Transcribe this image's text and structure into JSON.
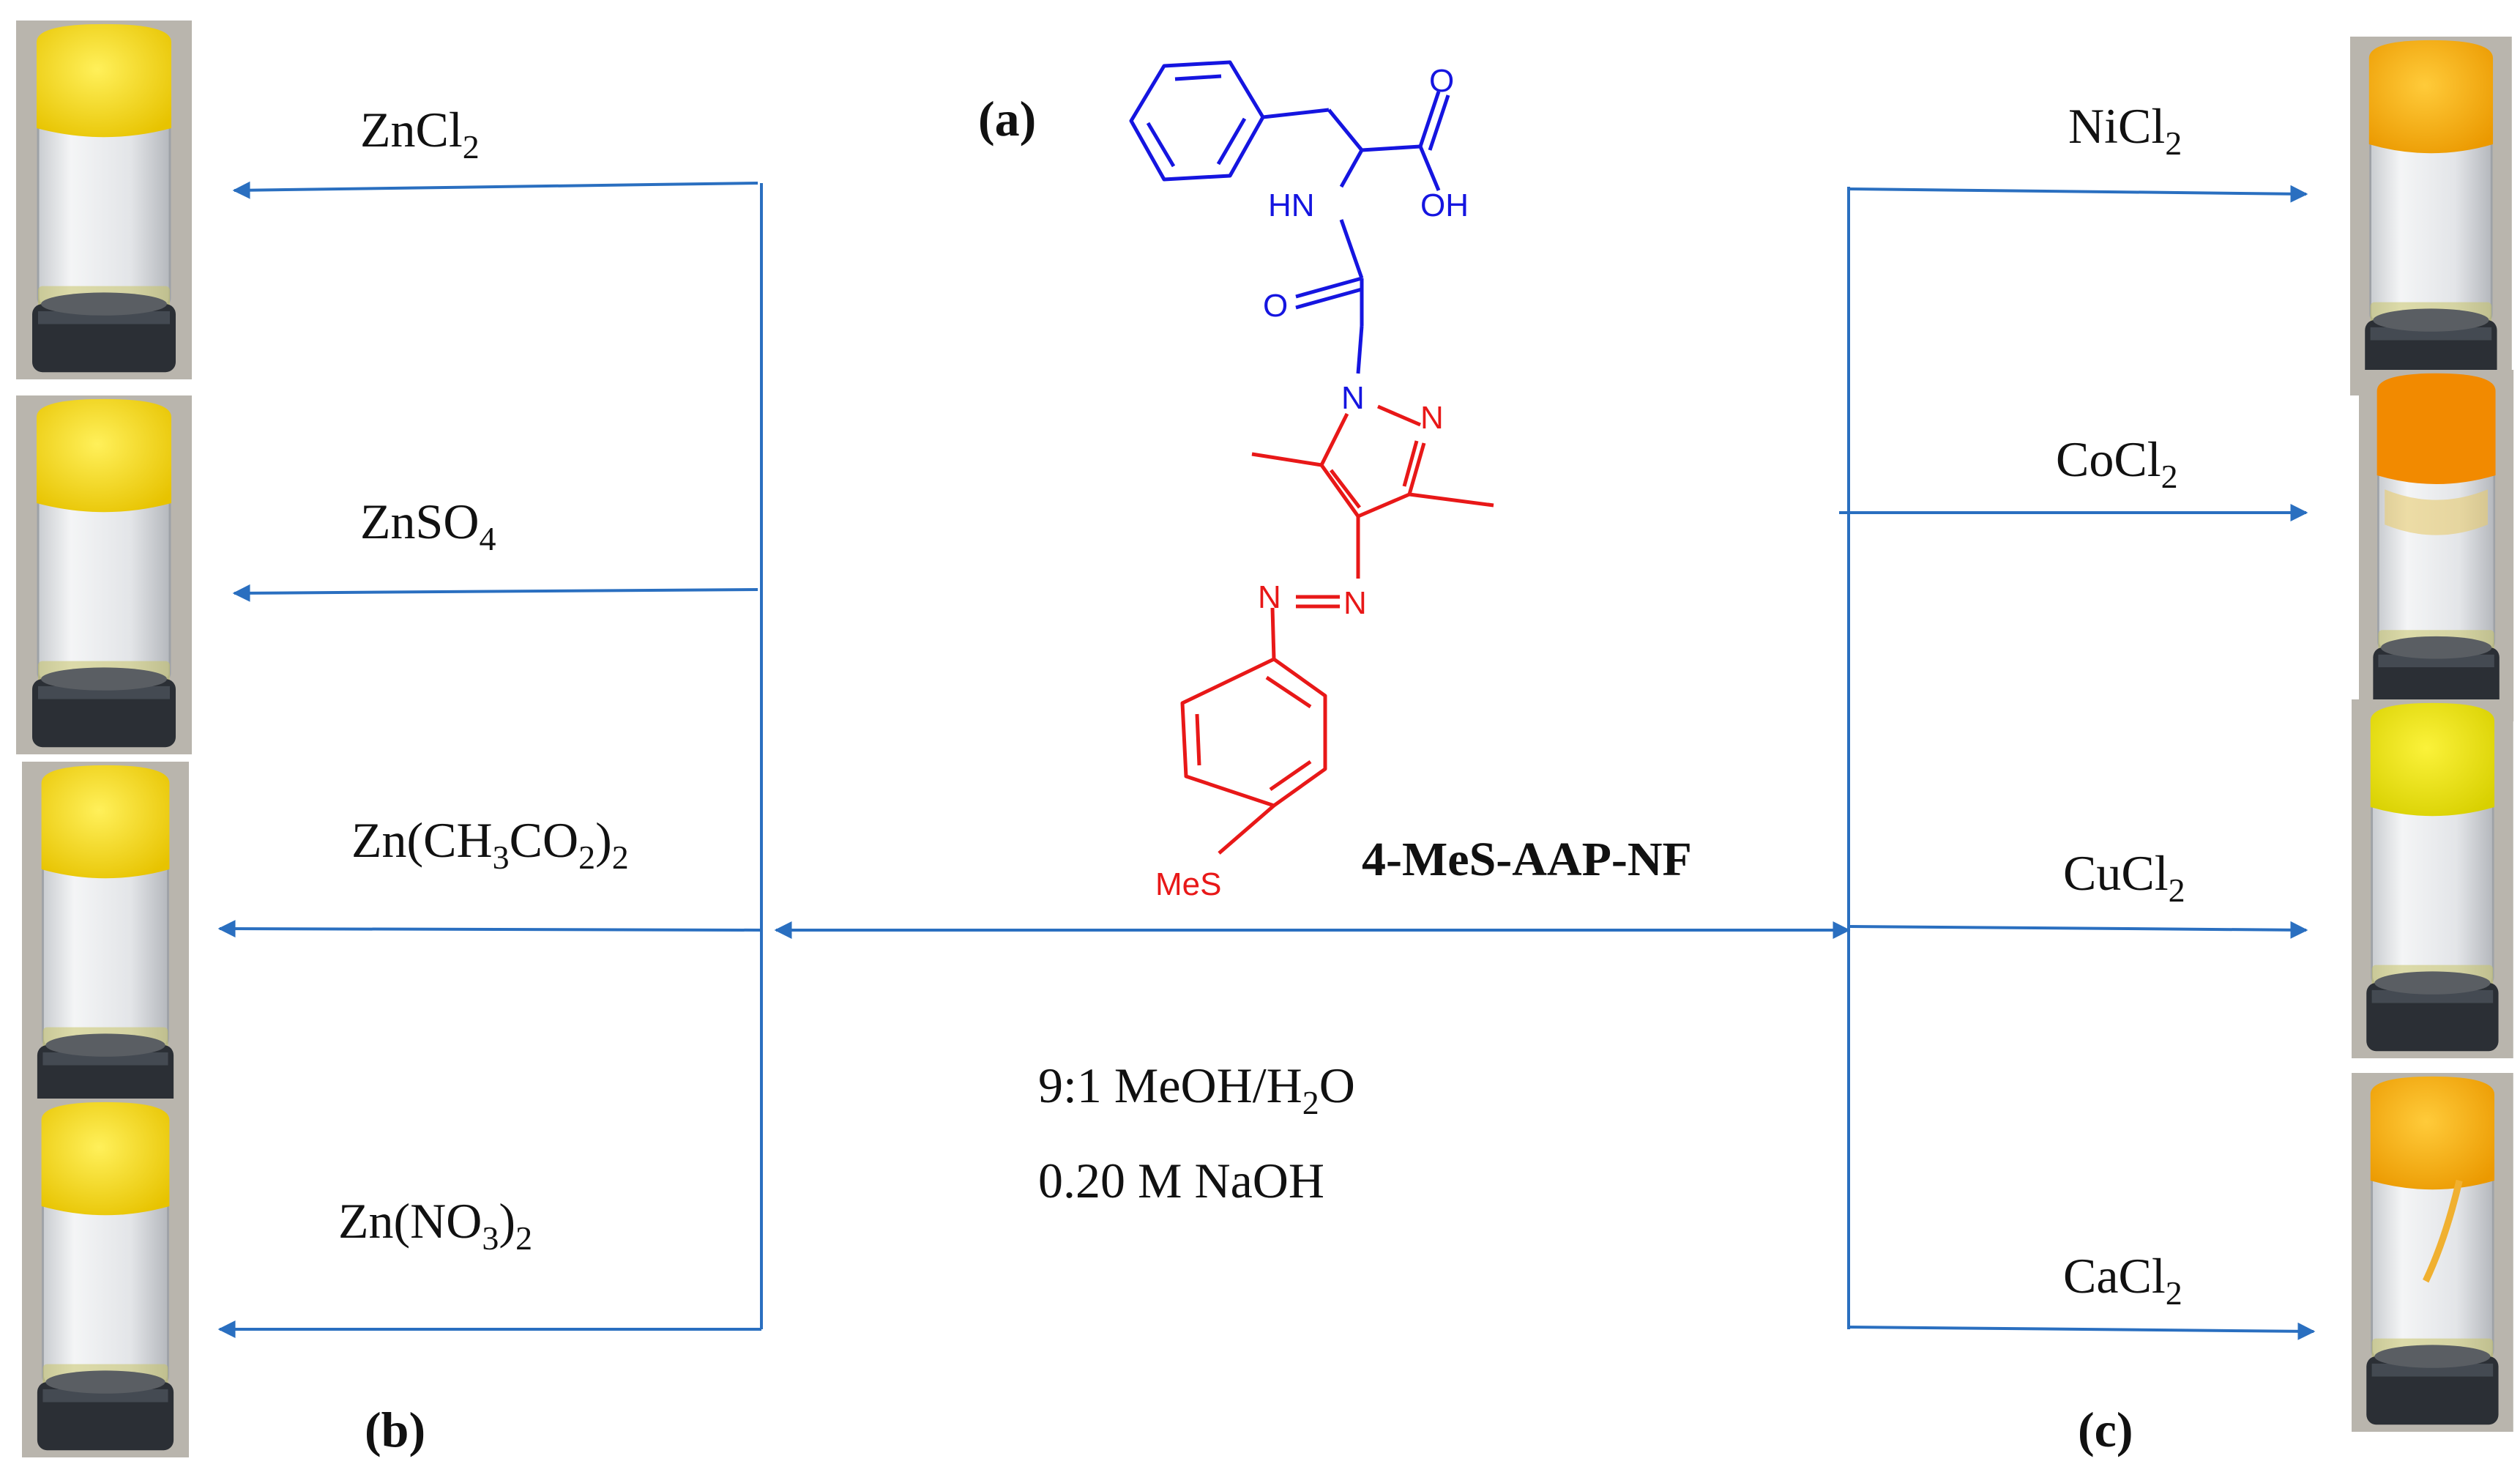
{
  "panels": {
    "a": "(a)",
    "b": "(b)",
    "c": "(c)"
  },
  "compound": {
    "name": "4-MeS-AAP-NF",
    "atoms": {
      "o_acid": "O",
      "oh": "OH",
      "nh": "HN",
      "o_amide": "O",
      "n1": "N",
      "n2": "N",
      "n_azo1": "N",
      "n_azo2": "N",
      "mes": "MeS"
    }
  },
  "conditions": {
    "solvent_prefix": "9:1 MeOH/H",
    "solvent_sub": "2",
    "solvent_suffix": "O",
    "base": "0.20 M NaOH"
  },
  "zinc_salts": [
    {
      "main": "ZnCl",
      "sub": "2",
      "tail": "",
      "tail_sub": ""
    },
    {
      "main": "ZnSO",
      "sub": "4",
      "tail": "",
      "tail_sub": ""
    },
    {
      "main": "Zn(CH",
      "sub": "3",
      "tail": "CO",
      "tail_sub": "2",
      "close": ")",
      "close_sub": "2"
    },
    {
      "main": "Zn(NO",
      "sub": "3",
      "tail": ")",
      "tail_sub": "2"
    }
  ],
  "metal_salts": [
    {
      "main": "NiCl",
      "sub": "2"
    },
    {
      "main": "CoCl",
      "sub": "2"
    },
    {
      "main": "CuCl",
      "sub": "2"
    },
    {
      "main": "CaCl",
      "sub": "2"
    }
  ],
  "colors": {
    "arrow": "#2a6fc0",
    "fragment_peptide": "#1515e0",
    "fragment_azo": "#e81818",
    "gel_yellow": "#f5d800",
    "gel_orange": "#f4a300",
    "cap": "#2b2f35"
  }
}
